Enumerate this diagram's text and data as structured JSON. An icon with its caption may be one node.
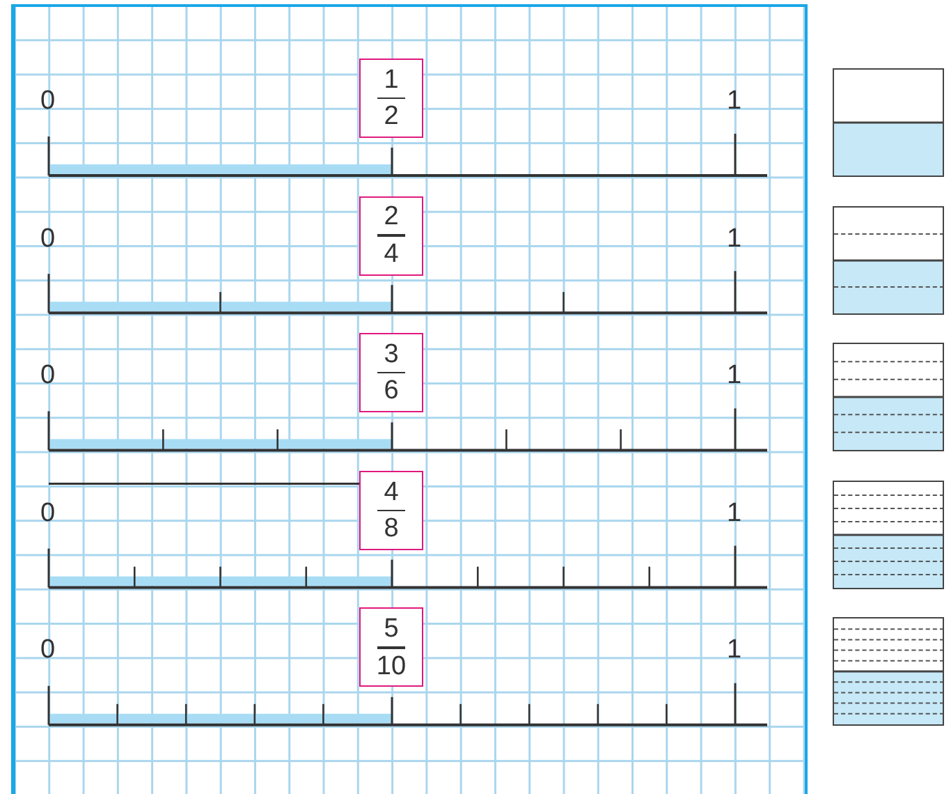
{
  "diagram": {
    "nodes": [
      {
        "text": [
          "1",
          "2"
        ]
      },
      {
        "text": [
          "2",
          "4"
        ]
      },
      {
        "text": [
          "3",
          "6"
        ]
      },
      {
        "text": [
          "4",
          "8"
        ]
      },
      {
        "text": [
          "5",
          "10"
        ]
      },
      {
        "text": [],
        "shape": "box"
      },
      {
        "text": [],
        "shape": "box"
      },
      {
        "text": [],
        "shape": "box"
      },
      {
        "text": [],
        "shape": "box"
      },
      {
        "text": [],
        "shape": "box"
      }
    ],
    "labels": [
      "0",
      "1",
      "0",
      "1",
      "0",
      "1",
      "0",
      "1",
      "0",
      "1"
    ]
  }
}
